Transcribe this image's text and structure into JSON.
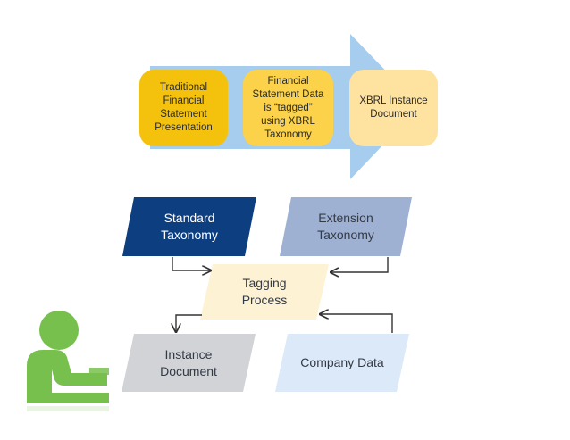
{
  "colors": {
    "arrow": "#a6cdee",
    "box_dark_gold": "#f4c20d",
    "box_light_gold": "#fbd24a",
    "box_cream": "#fde2a0",
    "standard": "#0c3e80",
    "extension": "#9eb1d3",
    "tagging": "#fdf2d4",
    "instance": "#d1d3d6",
    "company": "#dce9f8",
    "person": "#78c04e",
    "connector": "#333333"
  },
  "flow": {
    "step1": "Traditional\nFinancial\nStatement\nPresentation",
    "step2": "Financial\nStatement Data\nis “tagged”\nusing XBRL\nTaxonomy",
    "step3": "XBRL Instance\nDocument"
  },
  "process": {
    "standard_taxonomy": "Standard\nTaxonomy",
    "extension_taxonomy": "Extension\nTaxonomy",
    "tagging_process": "Tagging\nProcess",
    "instance_document": "Instance\nDocument",
    "company_data": "Company Data"
  }
}
